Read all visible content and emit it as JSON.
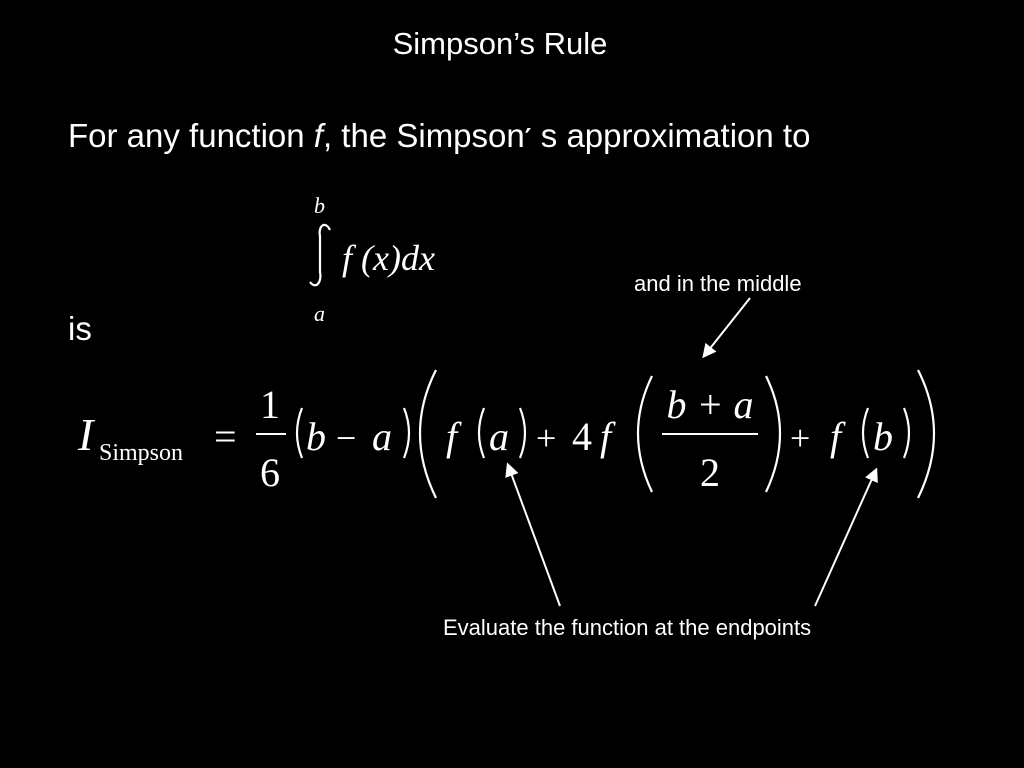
{
  "slide": {
    "title": "Simpson’s Rule",
    "intro": {
      "part1": "For any function ",
      "function_var": "f",
      "part2": ", the Simpson",
      "prime": "′",
      "part3": " s approximation to"
    },
    "is_word": "is",
    "integral": {
      "upper_limit": "b",
      "lower_limit": "a",
      "integrand": "f (x)dx"
    },
    "formula": {
      "lhs_symbol": "I",
      "lhs_subscript": "Simpson",
      "equals": "=",
      "fraction_numerator": "1",
      "fraction_denominator": "6",
      "factor_b": "b",
      "factor_minus": "−",
      "factor_a": "a",
      "fa_f": "f",
      "fa_arg": "a",
      "plus_1": "+",
      "coef_4": "4",
      "fmid_f": "f",
      "mid_numerator": "b + a",
      "mid_denominator": "2",
      "plus_2": "+",
      "fb_f": "f",
      "fb_arg": "b"
    },
    "annotations": {
      "middle": "and in the middle",
      "endpoints": "Evaluate the function at the endpoints"
    },
    "colors": {
      "background": "#000000",
      "text": "#ffffff"
    }
  }
}
